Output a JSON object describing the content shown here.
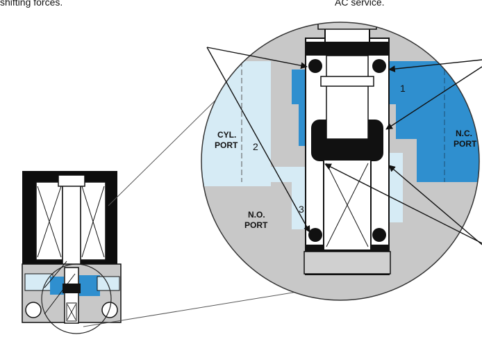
{
  "captions": {
    "left": "shifting forces.",
    "right": "AC service."
  },
  "labels": {
    "cyl_port": [
      "CYL.",
      "PORT"
    ],
    "nc_port": [
      "N.C.",
      "PORT"
    ],
    "no_port": [
      "N.O.",
      "PORT"
    ],
    "number_1": "1",
    "number_2": "2",
    "number_3": "3"
  },
  "colors": {
    "body_gray": "#c8c8c8",
    "dark_blue": "#2f8fcf",
    "light_blue": "#d6ebf5",
    "outline": "#111111"
  },
  "icons": [
    "solenoid-valve-cutaway",
    "valve-detail-magnified",
    "callout-arrow"
  ]
}
